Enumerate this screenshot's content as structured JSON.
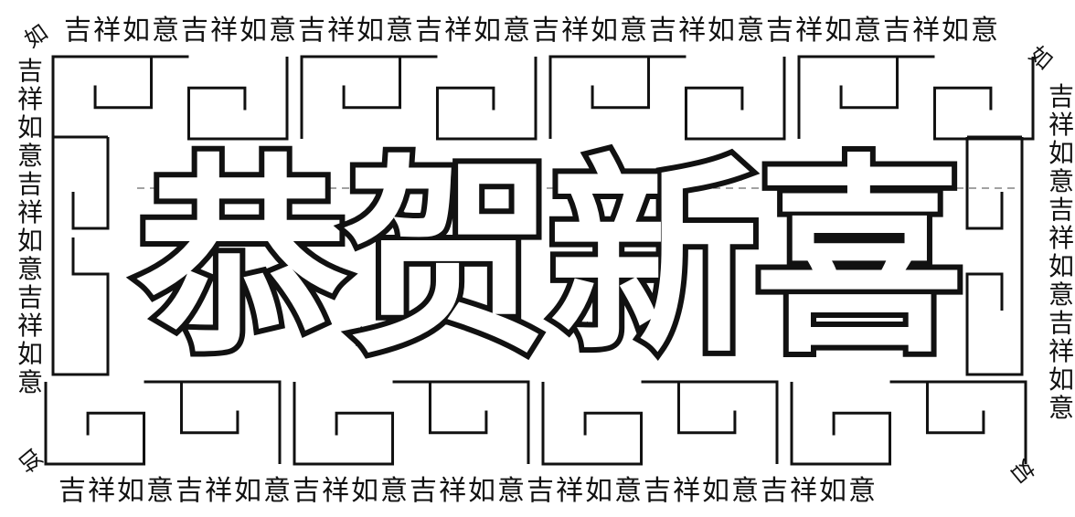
{
  "border_text": {
    "top": "吉祥如意吉祥如意吉祥如意吉祥如意吉祥如意吉祥如意吉祥如意吉祥如意",
    "bottom": "吉祥如意吉祥如意吉祥如意吉祥如意吉祥如意吉祥如意吉祥如意",
    "left": "吉祥如意吉祥如意吉祥如意",
    "right": "吉祥如意吉祥如意吉祥如意"
  },
  "corner_text": {
    "top_left": "如",
    "top_right": "如",
    "bottom_left": "如",
    "bottom_right": "如"
  },
  "title_chars": [
    "恭",
    "贺",
    "新",
    "喜"
  ],
  "colors": {
    "ink": "#111111",
    "paper": "#ffffff"
  },
  "motif": "meander-fret-pattern"
}
